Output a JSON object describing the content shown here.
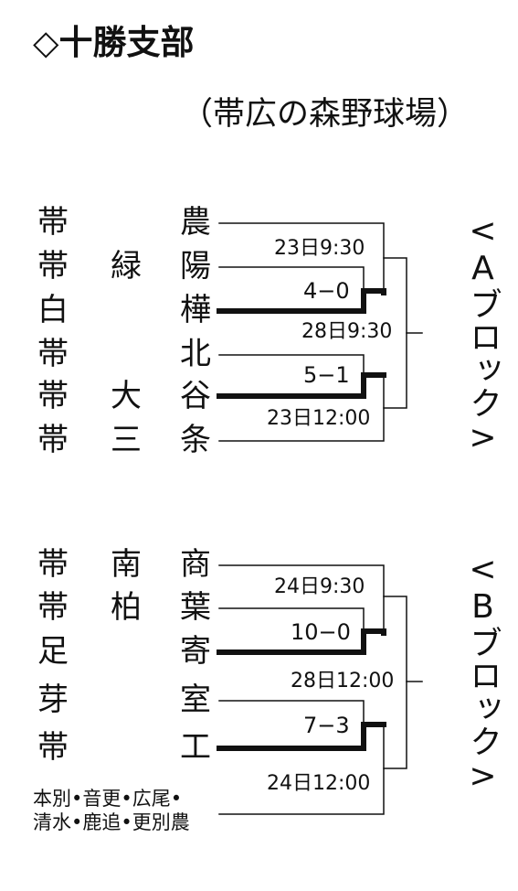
{
  "title": "◇十勝支部",
  "venue": "（帯広の森野球場）",
  "blocks": [
    {
      "label": "<Aブロック>",
      "teams": [
        "帯農",
        "帯緑陽",
        "白樺",
        "帯北",
        "帯大谷",
        "帯三条"
      ],
      "games": [
        {
          "time": "23日9:30",
          "score": "4−0"
        },
        {
          "time": "23日12:00",
          "score": "5−1"
        },
        {
          "time": "28日9:30",
          "score": ""
        }
      ]
    },
    {
      "label": "<Bブロック>",
      "teams": [
        "帯南商",
        "帯柏葉",
        "足寄",
        "芽室",
        "帯工",
        "本別・音更・広尾・清水・鹿追・更別農"
      ],
      "team6_lines": [
        "本別•音更•広尾•",
        "清水•鹿追•更別農"
      ],
      "games": [
        {
          "time": "24日9:30",
          "score": "10−0"
        },
        {
          "time": "24日12:00",
          "score": "7−3"
        },
        {
          "time": "28日12:00",
          "score": ""
        }
      ]
    }
  ]
}
